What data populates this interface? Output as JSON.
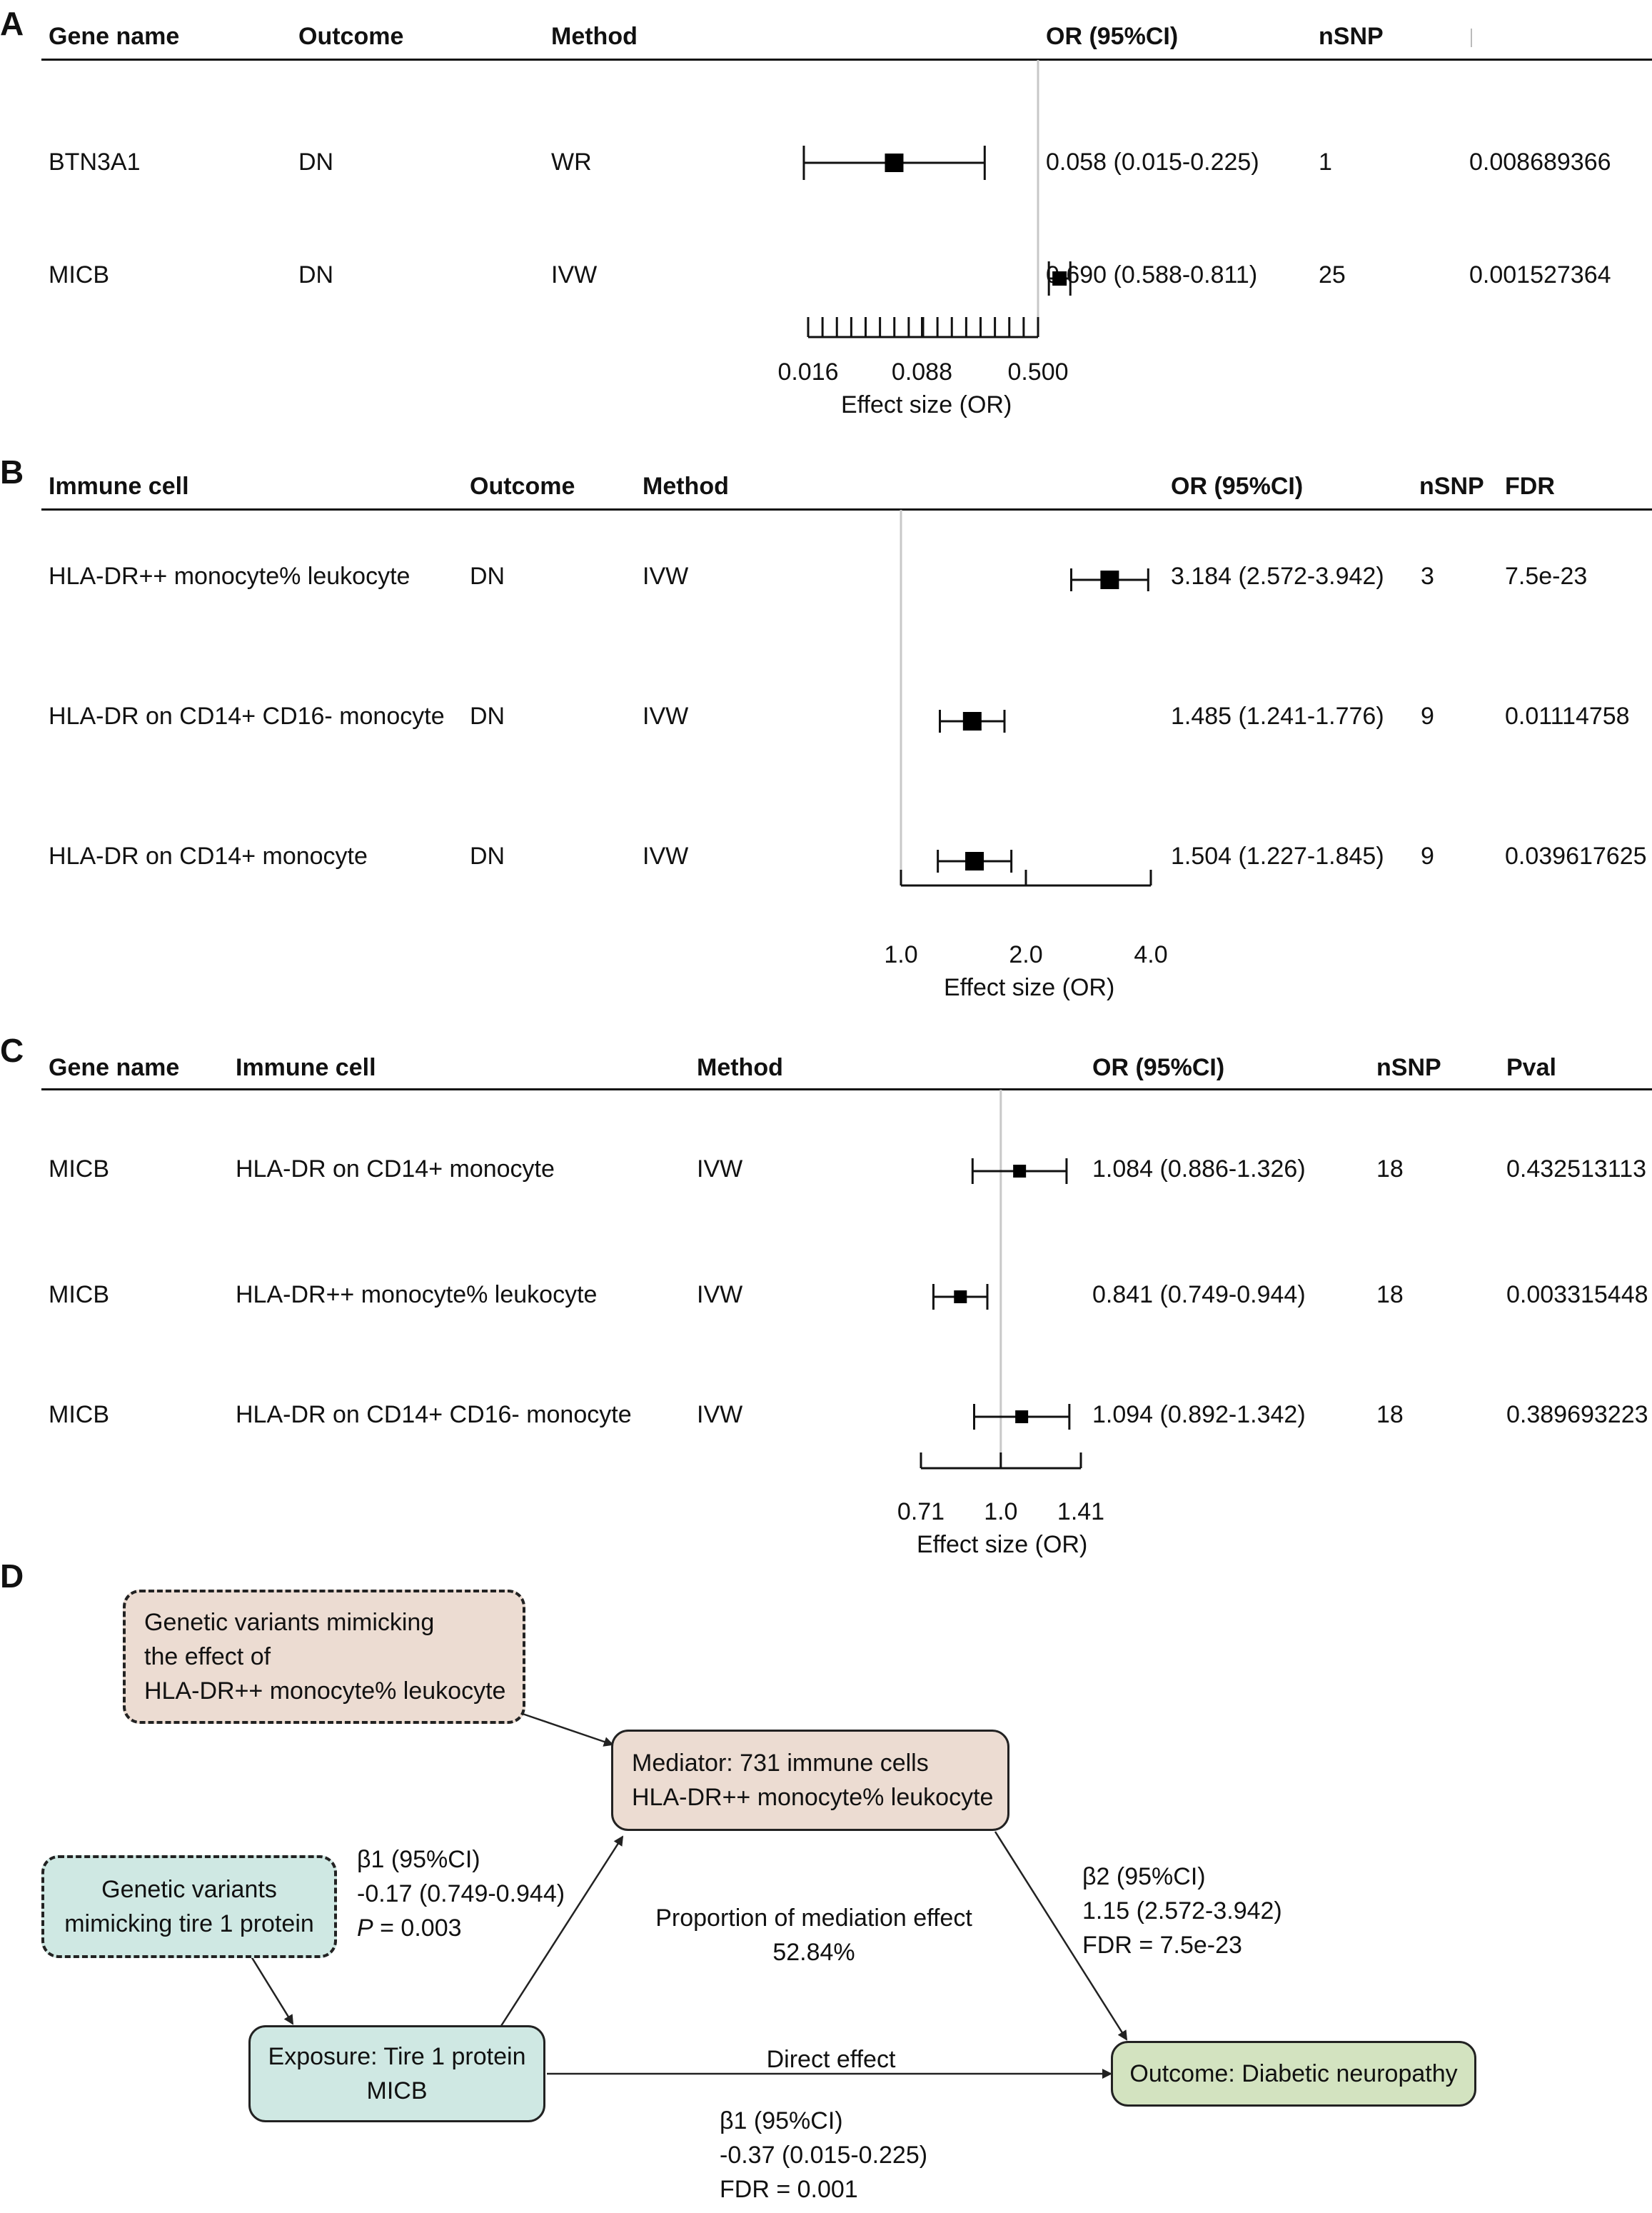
{
  "panels": {
    "A": {
      "letter": "A",
      "headers": [
        "Gene name",
        "Outcome",
        "Method",
        "OR (95%CI)",
        "nSNP",
        ""
      ],
      "rows": [
        {
          "gene": "BTN3A1",
          "outcome": "DN",
          "method": "WR",
          "or_ci": "0.058 (0.015-0.225)",
          "nsnp": "1",
          "p": "0.008689366"
        },
        {
          "gene": "MICB",
          "outcome": "DN",
          "method": "IVW",
          "or_ci": "0.690 (0.588-0.811)",
          "nsnp": "25",
          "p": "0.001527364"
        }
      ],
      "axis_title": "Effect size (OR)",
      "tick_labels": [
        "0.016",
        "0.088",
        "0.500"
      ]
    },
    "B": {
      "letter": "B",
      "headers": [
        "Immune cell",
        "Outcome",
        "Method",
        "OR (95%CI)",
        "nSNP",
        "FDR"
      ],
      "rows": [
        {
          "cell": "HLA-DR++ monocyte% leukocyte",
          "outcome": "DN",
          "method": "IVW",
          "or_ci": "3.184 (2.572-3.942)",
          "nsnp": "3",
          "fdr": "7.5e-23"
        },
        {
          "cell": "HLA-DR on CD14+ CD16- monocyte",
          "outcome": "DN",
          "method": "IVW",
          "or_ci": "1.485 (1.241-1.776)",
          "nsnp": "9",
          "fdr": "0.01114758"
        },
        {
          "cell": "HLA-DR on CD14+ monocyte",
          "outcome": "DN",
          "method": "IVW",
          "or_ci": "1.504 (1.227-1.845)",
          "nsnp": "9",
          "fdr": "0.039617625"
        }
      ],
      "axis_title": "Effect size (OR)",
      "tick_labels": [
        "1.0",
        "2.0",
        "4.0"
      ]
    },
    "C": {
      "letter": "C",
      "headers": [
        "Gene name",
        "Immune cell",
        "Method",
        "OR (95%CI)",
        "nSNP",
        "Pval"
      ],
      "rows": [
        {
          "gene": "MICB",
          "cell": "HLA-DR on CD14+ monocyte",
          "method": "IVW",
          "or_ci": "1.084 (0.886-1.326)",
          "nsnp": "18",
          "pval": "0.432513113"
        },
        {
          "gene": "MICB",
          "cell": "HLA-DR++ monocyte% leukocyte",
          "method": "IVW",
          "or_ci": "0.841 (0.749-0.944)",
          "nsnp": "18",
          "pval": "0.003315448"
        },
        {
          "gene": "MICB",
          "cell": "HLA-DR on CD14+ CD16- monocyte",
          "method": "IVW",
          "or_ci": "1.094 (0.892-1.342)",
          "nsnp": "18",
          "pval": "0.389693223"
        }
      ],
      "axis_title": "Effect size (OR)",
      "tick_labels": [
        "0.71",
        "1.0",
        "1.41"
      ]
    },
    "D": {
      "letter": "D",
      "instrument_mediator": [
        "Genetic variants mimicking",
        "the effect of",
        "HLA-DR++ monocyte% leukocyte"
      ],
      "mediator": [
        "Mediator: 731 immune cells",
        "HLA-DR++ monocyte% leukocyte"
      ],
      "instrument_exposure": [
        "Genetic variants",
        "mimicking tire 1 protein"
      ],
      "exposure": [
        "Exposure: Tire 1 protein",
        "MICB"
      ],
      "outcome": "Outcome: Diabetic neuropathy",
      "beta1_label": "β1 (95%CI)",
      "beta1_value": "-0.17 (0.749-0.944)",
      "beta1_p_letter": "P",
      "beta1_p_rest": " = 0.003",
      "beta2_label": "β2 (95%CI)",
      "beta2_value": "1.15 (2.572-3.942)",
      "beta2_fdr": "FDR = 7.5e-23",
      "proportion_label": "Proportion of mediation effect",
      "proportion_value": "52.84%",
      "direct_label": "Direct effect",
      "direct_beta_label": "β1 (95%CI)",
      "direct_beta_value": "-0.37 (0.015-0.225)",
      "direct_fdr": "FDR = 0.001",
      "colors": {
        "beige": "#ecdcd2",
        "teal": "#cfe8e3",
        "green": "#d3e3c0"
      }
    }
  },
  "chart_data": [
    {
      "type": "forest",
      "panel": "A",
      "xlabel": "Effect size (OR)",
      "x_scale": "log",
      "xlim": [
        0.016,
        0.5
      ],
      "ticks": [
        0.016,
        0.088,
        0.5
      ],
      "reference_line": 0.5,
      "series": [
        {
          "name": "BTN3A1",
          "or": 0.058,
          "lo": 0.015,
          "hi": 0.225
        },
        {
          "name": "MICB",
          "or": 0.69,
          "lo": 0.588,
          "hi": 0.811
        }
      ]
    },
    {
      "type": "forest",
      "panel": "B",
      "xlabel": "Effect size (OR)",
      "x_scale": "log",
      "xlim": [
        1.0,
        4.0
      ],
      "ticks": [
        1.0,
        2.0,
        4.0
      ],
      "reference_line": 1.0,
      "series": [
        {
          "name": "HLA-DR++ monocyte% leukocyte",
          "or": 3.184,
          "lo": 2.572,
          "hi": 3.942
        },
        {
          "name": "HLA-DR on CD14+ CD16- monocyte",
          "or": 1.485,
          "lo": 1.241,
          "hi": 1.776
        },
        {
          "name": "HLA-DR on CD14+ monocyte",
          "or": 1.504,
          "lo": 1.227,
          "hi": 1.845
        }
      ]
    },
    {
      "type": "forest",
      "panel": "C",
      "xlabel": "Effect size (OR)",
      "x_scale": "log",
      "xlim": [
        0.71,
        1.41
      ],
      "ticks": [
        0.71,
        1.0,
        1.41
      ],
      "reference_line": 1.0,
      "series": [
        {
          "name": "HLA-DR on CD14+ monocyte",
          "or": 1.084,
          "lo": 0.886,
          "hi": 1.326
        },
        {
          "name": "HLA-DR++ monocyte% leukocyte",
          "or": 0.841,
          "lo": 0.749,
          "hi": 0.944
        },
        {
          "name": "HLA-DR on CD14+ CD16- monocyte",
          "or": 1.094,
          "lo": 0.892,
          "hi": 1.342
        }
      ]
    }
  ]
}
